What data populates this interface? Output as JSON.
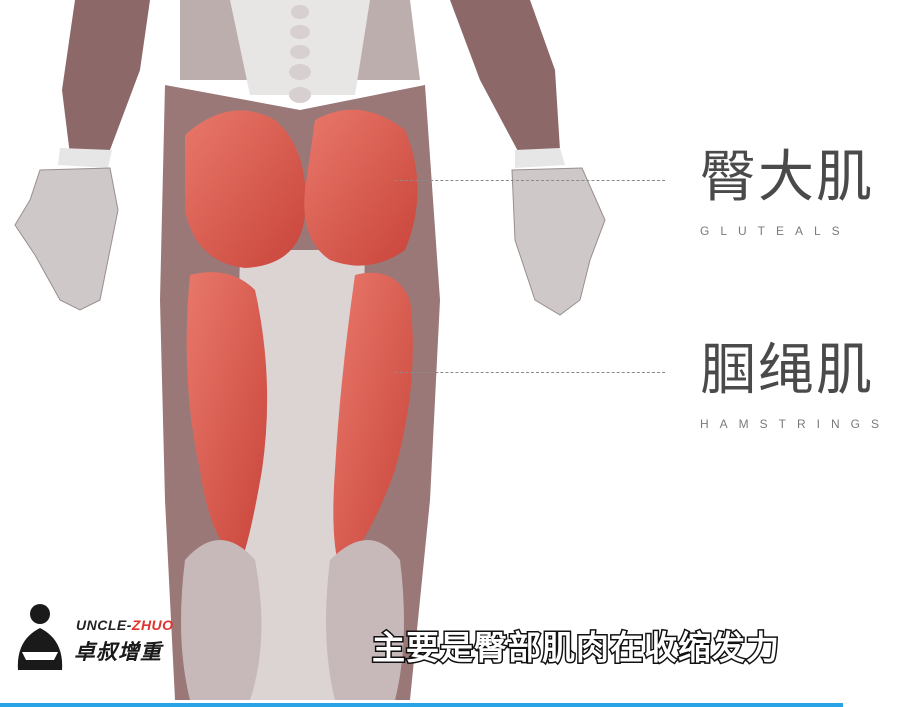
{
  "labels": [
    {
      "cn": "臀大肌",
      "en": "GLUTEALS"
    },
    {
      "cn": "腘绳肌",
      "en": "HAMSTRINGS"
    }
  ],
  "logo": {
    "en_part1": "UNCLE-",
    "en_part2": "ZHUO",
    "cn": "卓叔增重"
  },
  "subtitle": "主要是臀部肌肉在收缩发力",
  "colors": {
    "muscle": "#d9574b",
    "skin": "#e9e4e4",
    "dark_muscle": "#7a5a5a",
    "progress": "#2aa3e6"
  }
}
